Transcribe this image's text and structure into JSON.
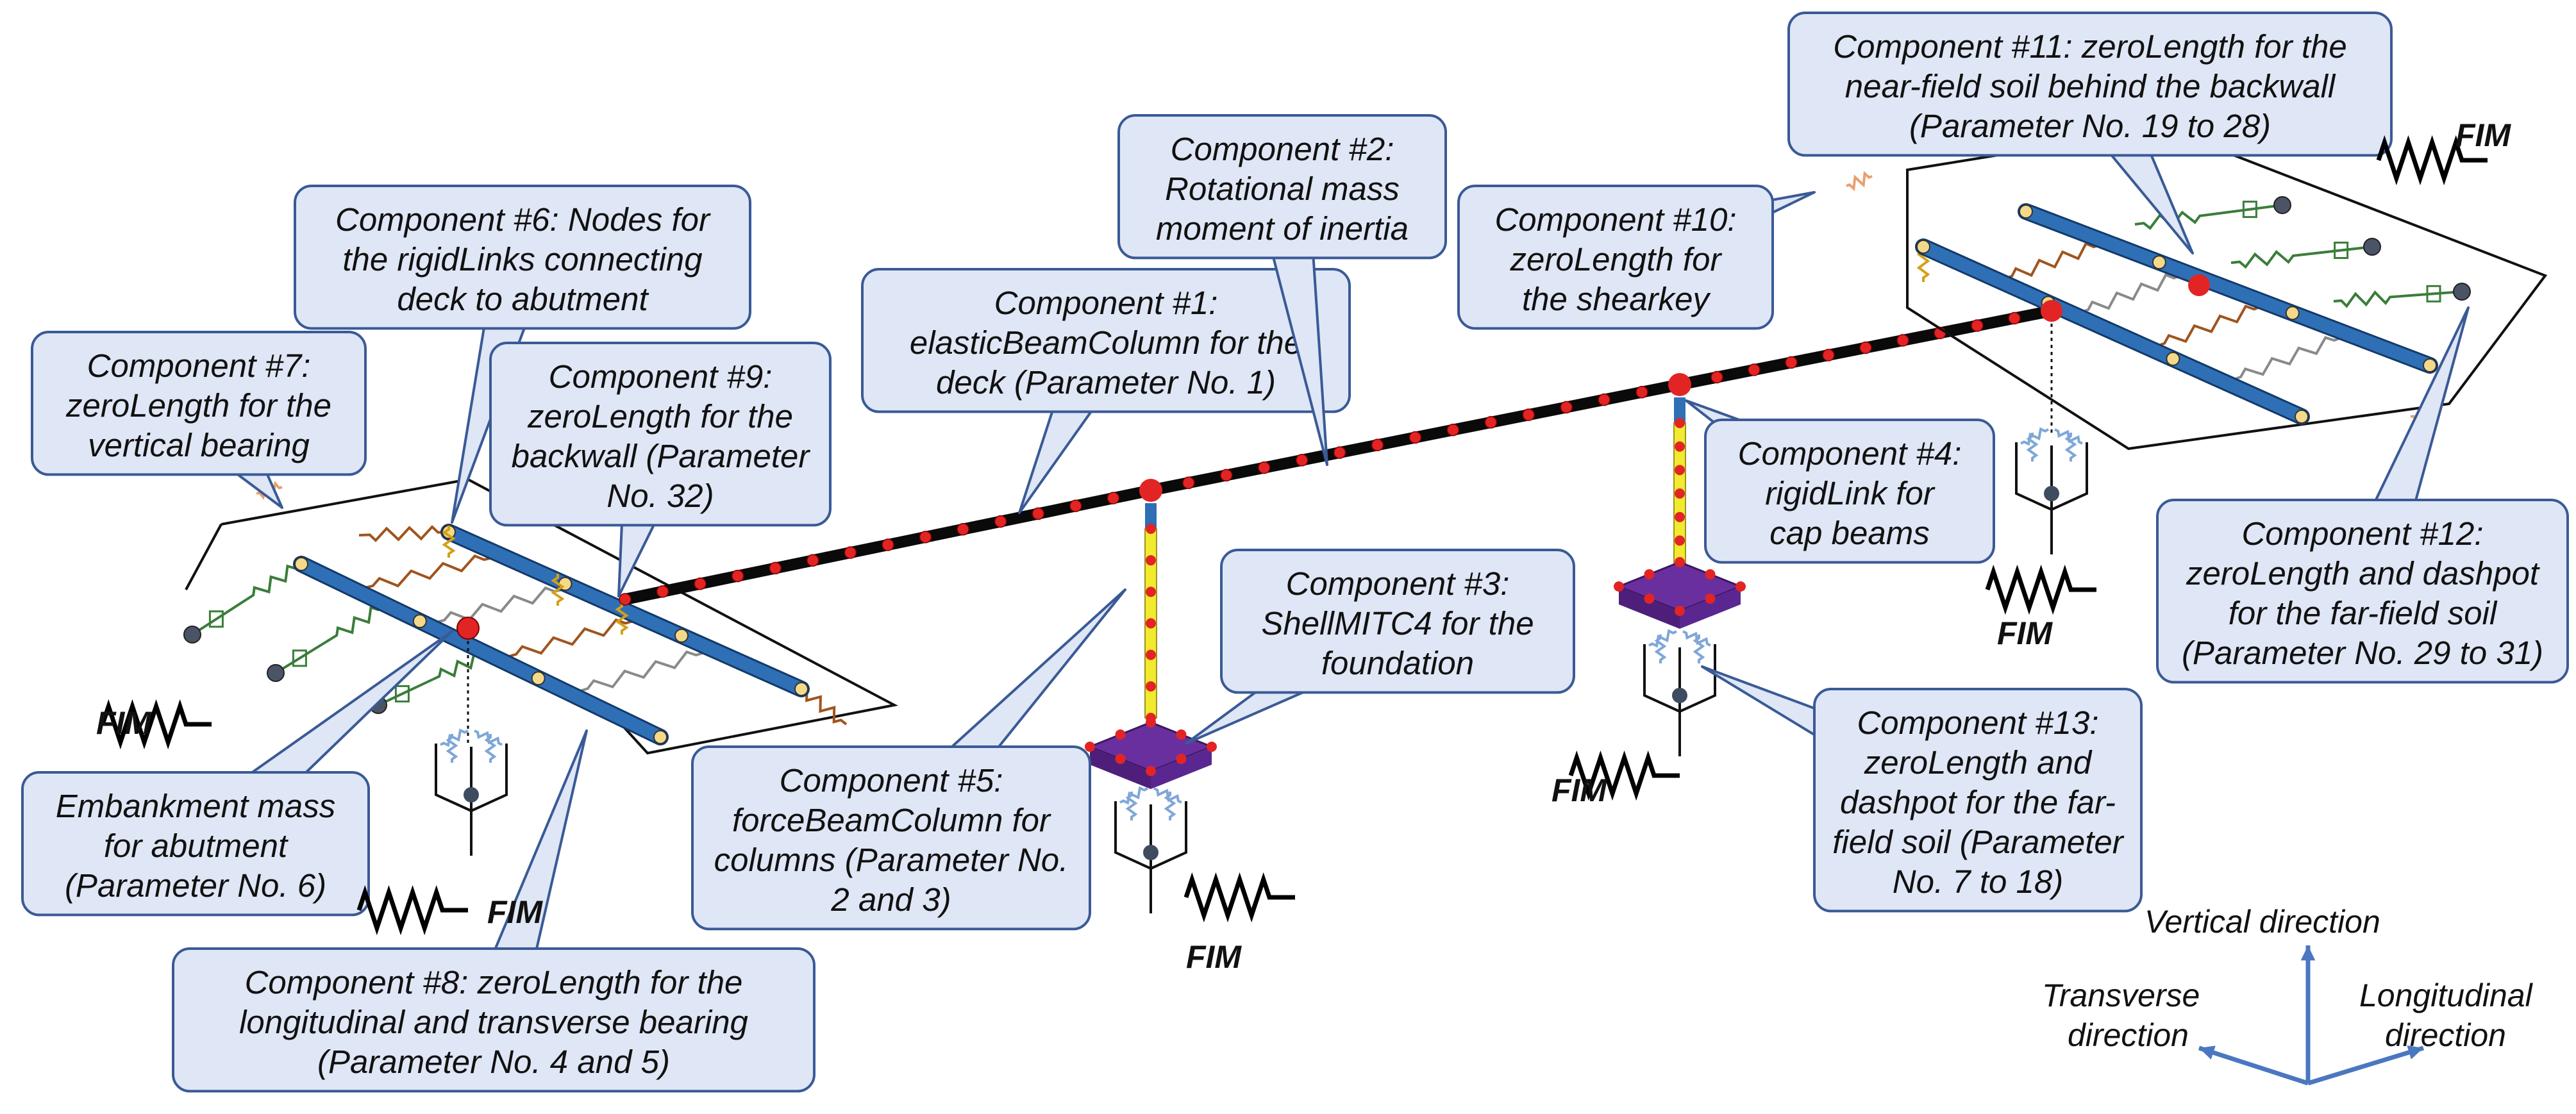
{
  "colors": {
    "callout_fill": "#dfe6f5",
    "callout_stroke": "#3a5a96",
    "deck": "#0a0a0a",
    "node": "#e32424",
    "cap_beam": "#2f6fb5",
    "column": "#f2ea2e",
    "foundation": "#6a2f9e",
    "spring_brown": "#a0541e",
    "spring_green": "#3a7d3a",
    "spring_gray": "#8a8a8a",
    "axis_arrow": "#4a77c0"
  },
  "callouts": [
    {
      "id": "c7",
      "lines": [
        "Component #7:",
        "zeroLength for the",
        "vertical bearing"
      ]
    },
    {
      "id": "c6",
      "lines": [
        "Component #6: Nodes for",
        "the rigidLinks connecting",
        "deck to abutment"
      ]
    },
    {
      "id": "c9",
      "lines": [
        "Component #9:",
        "zeroLength for the",
        "backwall (Parameter",
        "No. 32)"
      ]
    },
    {
      "id": "c1",
      "lines": [
        "Component #1:",
        "elasticBeamColumn for the",
        "deck (Parameter No. 1)"
      ]
    },
    {
      "id": "c2",
      "lines": [
        "Component #2:",
        "Rotational mass",
        "moment of inertia"
      ]
    },
    {
      "id": "c10",
      "lines": [
        "Component #10:",
        "zeroLength for",
        "the shearkey"
      ]
    },
    {
      "id": "c11",
      "lines": [
        "Component #11: zeroLength for the",
        "near-field soil behind the backwall",
        "(Parameter No. 19 to 28)"
      ]
    },
    {
      "id": "c4",
      "lines": [
        "Component #4:",
        "rigidLink for",
        "cap beams"
      ]
    },
    {
      "id": "c3",
      "lines": [
        "Component #3:",
        "ShellMITC4 for the",
        "foundation"
      ]
    },
    {
      "id": "c12",
      "lines": [
        "Component #12:",
        "zeroLength and dashpot",
        "for the far-field soil",
        "(Parameter No. 29 to 31)"
      ]
    },
    {
      "id": "cEmb",
      "lines": [
        "Embankment mass",
        "for abutment",
        "(Parameter No. 6)"
      ]
    },
    {
      "id": "c5",
      "lines": [
        "Component #5:",
        "forceBeamColumn for",
        "columns (Parameter No.",
        "2 and 3)"
      ]
    },
    {
      "id": "c13",
      "lines": [
        "Component #13:",
        "zeroLength and",
        "dashpot for the far-",
        "field soil (Parameter",
        "No. 7 to 18)"
      ]
    },
    {
      "id": "c8",
      "lines": [
        "Component #8: zeroLength for the",
        "longitudinal and transverse bearing",
        "(Parameter No. 4 and 5)"
      ]
    }
  ],
  "fim_label": "FIM",
  "axes": {
    "vertical": "Vertical direction",
    "transverse": [
      "Transverse",
      "direction"
    ],
    "longitudinal": [
      "Longitudinal",
      "direction"
    ]
  }
}
